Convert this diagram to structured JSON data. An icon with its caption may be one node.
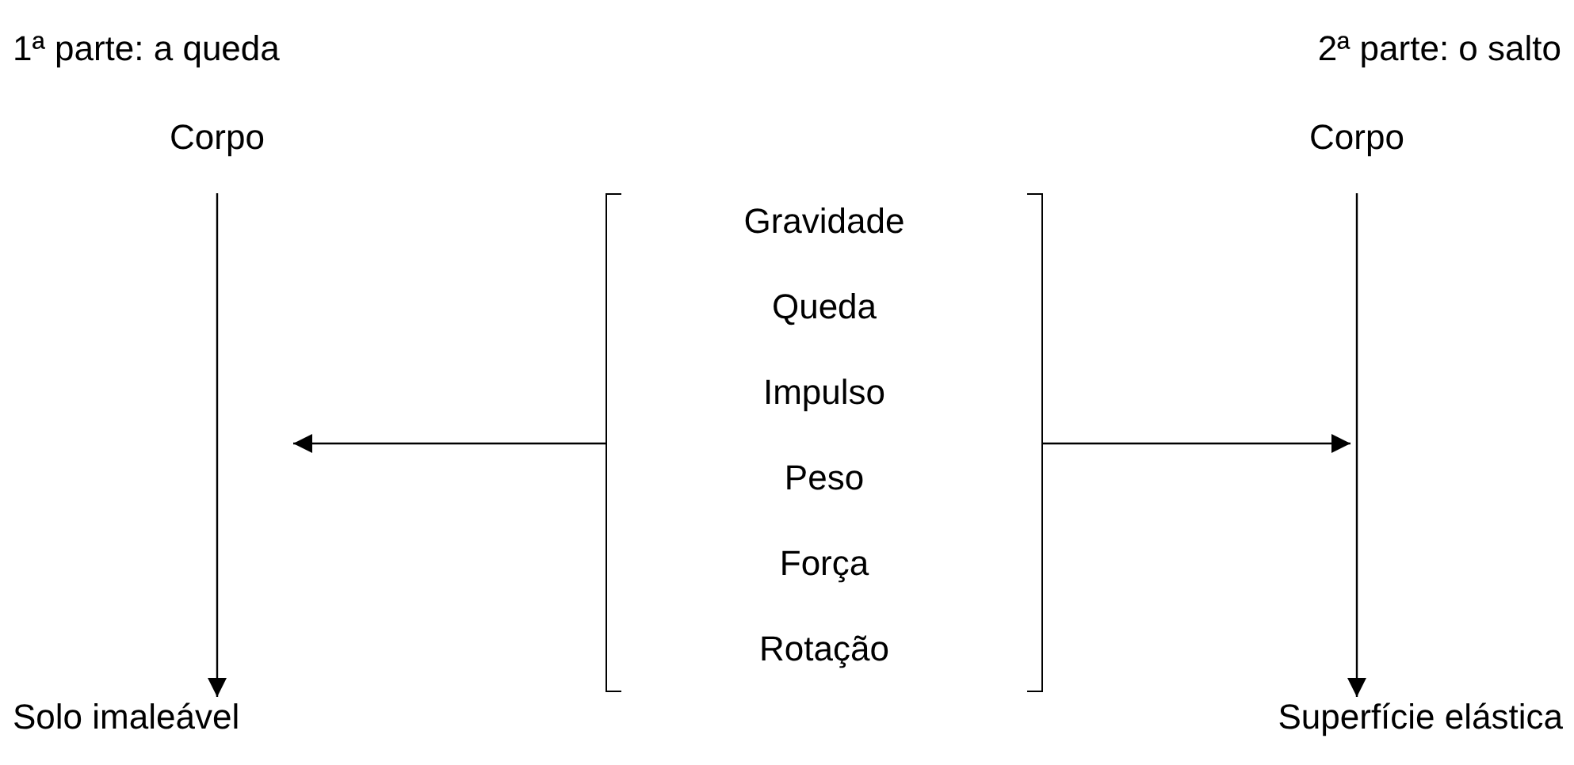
{
  "diagram": {
    "nodes": [
      {
        "text": [
          "Corpo"
        ]
      },
      {
        "text": [
          "Solo imaleável"
        ]
      },
      {
        "text": [
          "Corpo"
        ]
      },
      {
        "text": [
          "Superfície elástica"
        ]
      },
      {
        "text": [
          "Gravidade",
          "Queda",
          "Impulso",
          "Peso",
          "Força",
          "Rotação"
        ]
      }
    ],
    "edges": [
      {
        "from": 0,
        "to": 1,
        "arrow": "to"
      },
      {
        "from": 2,
        "to": 3,
        "arrow": "to"
      },
      {
        "from": 4,
        "to": null,
        "arrow": "to"
      },
      {
        "from": 4,
        "to": null,
        "arrow": "to"
      }
    ],
    "labels": [
      "1ª parte: a queda",
      "2ª parte: o salto"
    ]
  }
}
